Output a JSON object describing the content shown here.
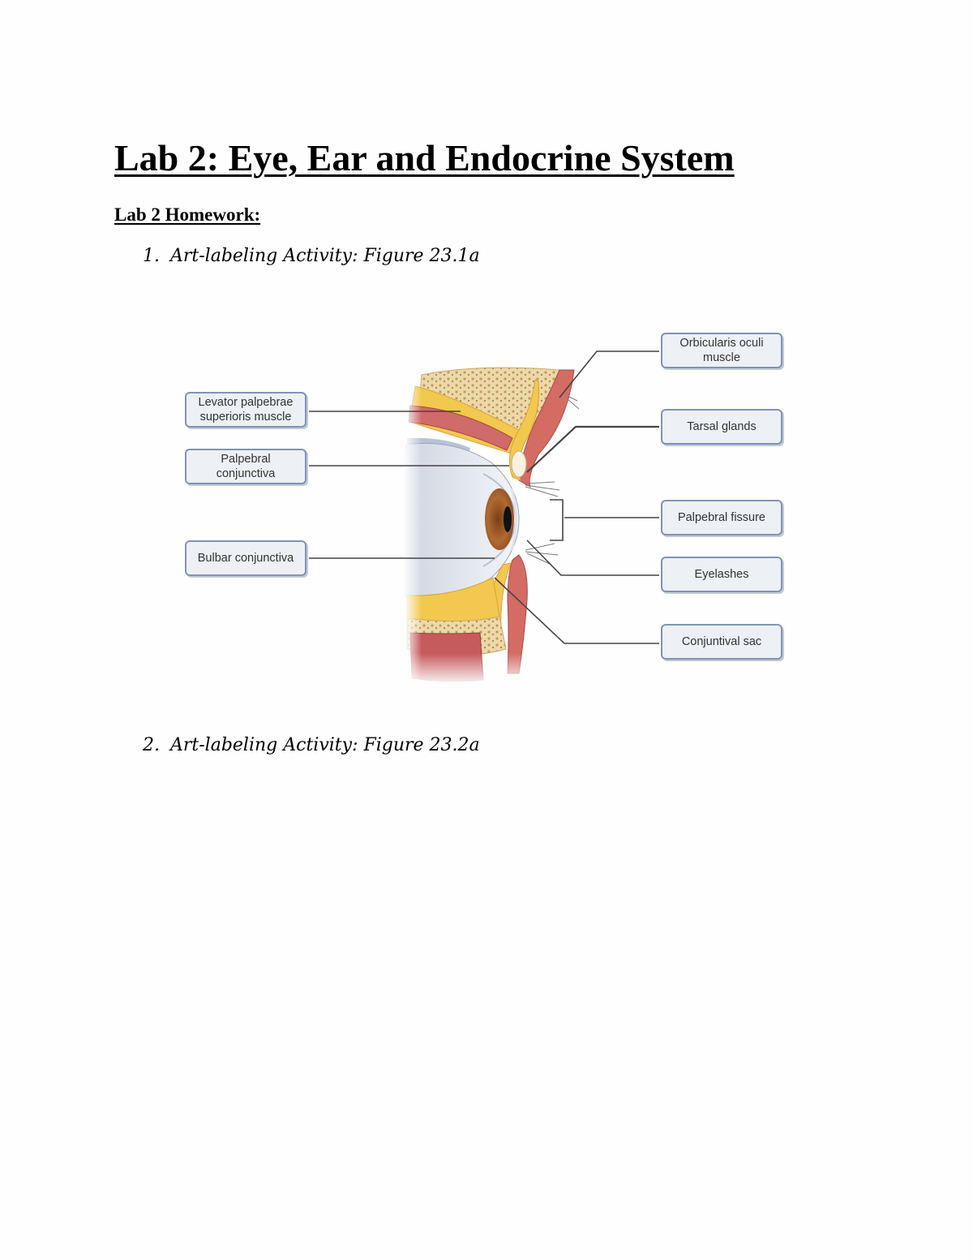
{
  "document": {
    "title": "Lab 2: Eye, Ear and Endocrine System",
    "section_heading": "Lab 2 Homework:",
    "items": [
      {
        "number": "1.",
        "text": "Art-labeling Activity: Figure 23.1a"
      },
      {
        "number": "2.",
        "text": "Art-labeling Activity: Figure 23.2a"
      }
    ]
  },
  "figure": {
    "left_labels": [
      {
        "id": "levator",
        "text": "Levator palpebrae superioris muscle"
      },
      {
        "id": "palpebral-conj",
        "text": "Palpebral conjunctiva"
      },
      {
        "id": "bulbar-conj",
        "text": "Bulbar conjunctiva"
      }
    ],
    "right_labels": [
      {
        "id": "orbicularis",
        "text": "Orbicularis oculi muscle"
      },
      {
        "id": "tarsal",
        "text": "Tarsal glands"
      },
      {
        "id": "fissure",
        "text": "Palpebral fissure"
      },
      {
        "id": "eyelashes",
        "text": "Eyelashes"
      },
      {
        "id": "sac",
        "text": "Conjuntival sac"
      }
    ],
    "colors": {
      "label_fill": "#edf0f4",
      "label_border": "#8193b4",
      "fat": "#f2c84e",
      "muscle": "#c9585a",
      "bone": "#ead6a6",
      "sclera": "#eef0f4",
      "iris": "#a5622e",
      "leader_line": "#444444"
    }
  }
}
